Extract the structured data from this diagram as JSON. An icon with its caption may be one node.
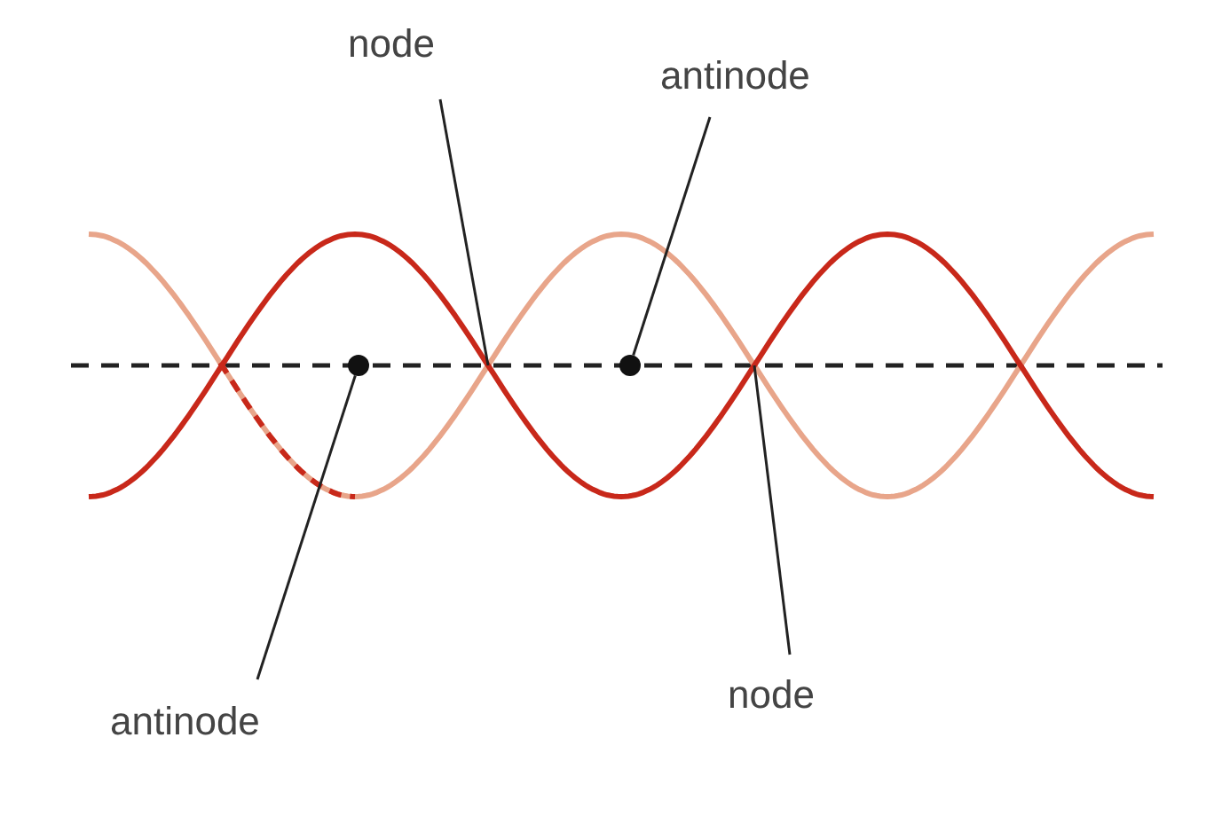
{
  "diagram": {
    "nodes": [
      {
        "text": [
          "node"
        ]
      },
      {
        "text": [
          "antinode"
        ]
      },
      {
        "text": [],
        "shape": "circle"
      },
      {
        "text": [],
        "shape": "circle"
      },
      {
        "text": [
          "antinode"
        ]
      },
      {
        "text": [
          "node"
        ]
      }
    ],
    "edges": [
      {
        "from": 0,
        "to": null,
        "arrow": "none"
      },
      {
        "from": 1,
        "to": 3,
        "arrow": "none"
      },
      {
        "from": 4,
        "to": 2,
        "arrow": "none"
      },
      {
        "from": 5,
        "to": null,
        "arrow": "none"
      }
    ]
  }
}
